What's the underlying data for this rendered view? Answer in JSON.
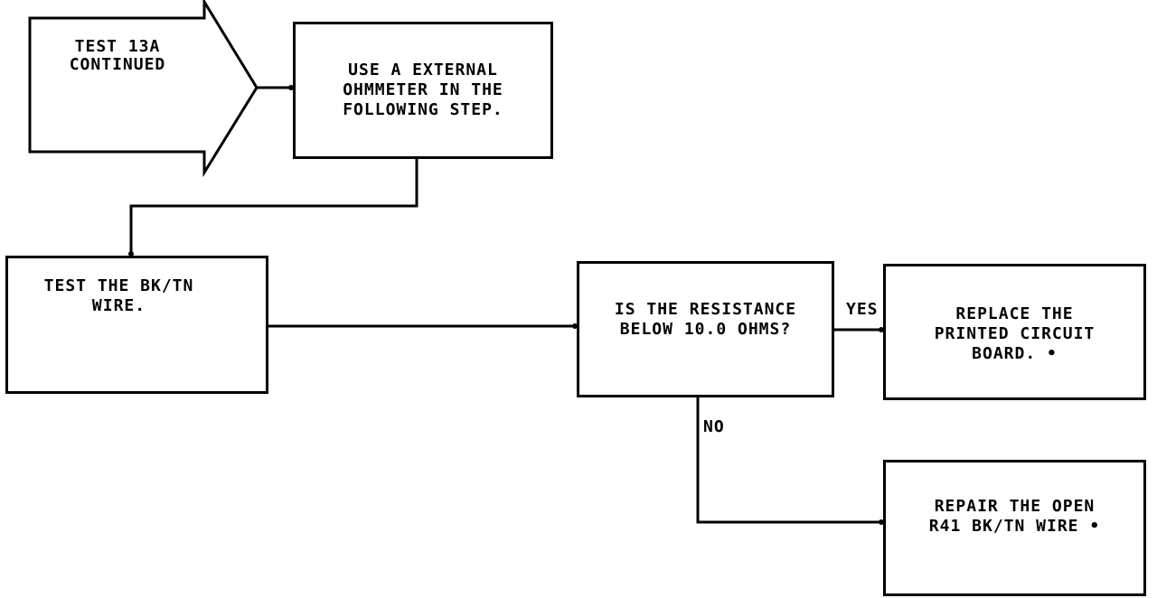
{
  "diagram": {
    "start": {
      "text": "TEST 13A\nCONTINUED"
    },
    "step_ohmmeter": {
      "text": "USE A EXTERNAL\nOHMMETER IN THE\nFOLLOWING STEP."
    },
    "step_test_wire": {
      "text": "TEST THE BK/TN\nWIRE."
    },
    "decision": {
      "text": "IS THE RESISTANCE\nBELOW 10.0 OHMS?"
    },
    "yes_label": "YES",
    "no_label": "NO",
    "result_replace": {
      "text": "REPLACE THE\nPRINTED CIRCUIT\nBOARD. •"
    },
    "result_repair": {
      "text": "REPAIR THE OPEN\nR41 BK/TN WIRE •"
    }
  }
}
